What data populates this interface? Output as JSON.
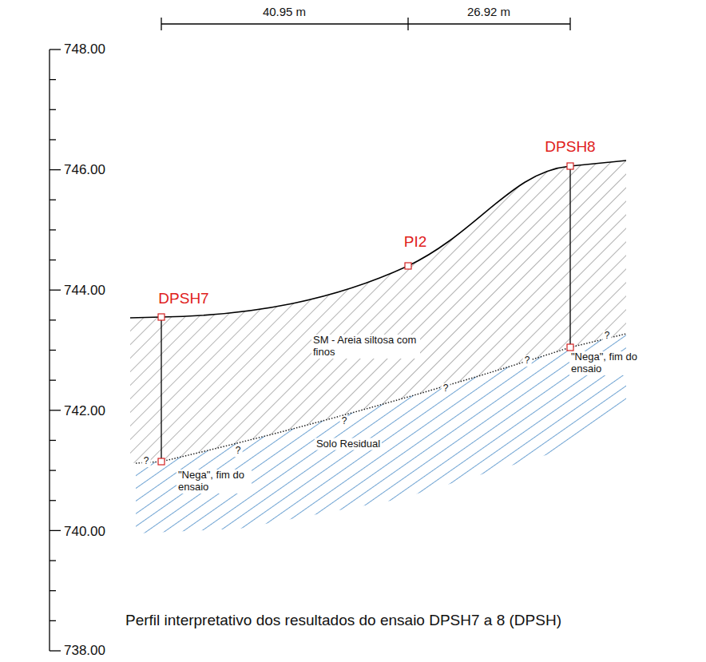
{
  "diagram": {
    "caption": "Perfil interpretativo dos resultados do ensaio DPSH7 a 8 (DPSH)",
    "labels": [
      "40.95 m",
      "26.92 m",
      "748.00",
      "746.00",
      "744.00",
      "742.00",
      "740.00",
      "738.00",
      "DPSH8",
      "PI2",
      "DPSH7",
      "SM - Areia siltosa com finos",
      "Solo Residual",
      "\"Nega\", fim do ensaio",
      "\"Nega\", fim do ensaio",
      "?",
      "?",
      "?",
      "?",
      "?",
      "?"
    ]
  }
}
